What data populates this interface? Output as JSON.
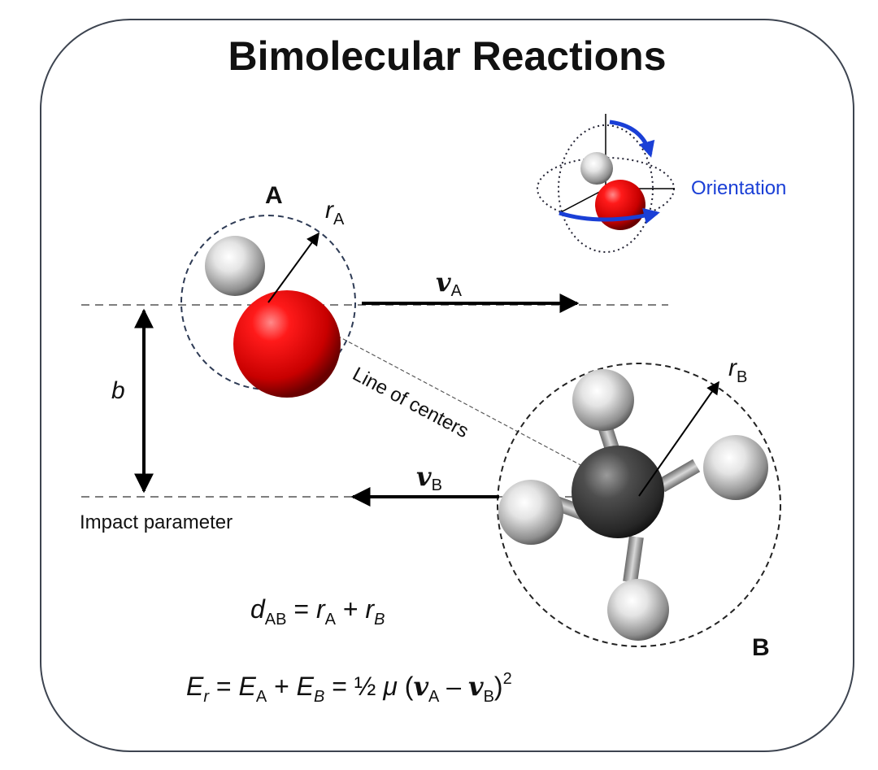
{
  "title": "Bimolecular Reactions",
  "molecule_a": {
    "label": "A",
    "radius_symbol": "r",
    "radius_subscript": "A"
  },
  "molecule_b": {
    "label": "B",
    "radius_symbol": "r",
    "radius_subscript": "B"
  },
  "velocity_a": {
    "symbol": "v",
    "subscript": "A"
  },
  "velocity_b": {
    "symbol": "v",
    "subscript": "B"
  },
  "line_of_centers": "Line of centers",
  "impact_parameter": {
    "symbol": "b",
    "caption": "Impact parameter"
  },
  "orientation": "Orientation",
  "equation_distance": {
    "lhs_symbol": "d",
    "lhs_sub": "AB",
    "eq": " = ",
    "t1_symbol": "r",
    "t1_sub": "A",
    "plus": " + ",
    "t2_symbol": "r",
    "t2_sub": "B"
  },
  "equation_energy": {
    "e_symbol": "E",
    "e_sub": "r",
    "eq": " = ",
    "ea_symbol": "E",
    "ea_sub": "A",
    "plus": " + ",
    "eb_symbol": "E",
    "eb_sub": "B",
    "eq2": " = ",
    "half": "½",
    "mu": " μ ",
    "lparen": "(",
    "va_symbol": "v",
    "va_sub": "A",
    "minus": " – ",
    "vb_symbol": "v",
    "vb_sub": "B",
    "rparen": ")",
    "power": "2"
  },
  "colors": {
    "oxygen": "#e00000",
    "hydrogen": "#c8c8c8",
    "carbon": "#4a4a4a",
    "orientation_arrow": "#1a3fd6"
  }
}
